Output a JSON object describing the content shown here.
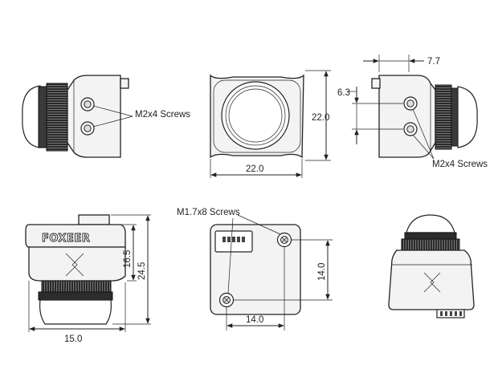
{
  "labels": {
    "screws_m2x4_left": "M2x4 Screws",
    "screws_m2x4_right": "M2x4 Screws",
    "screws_m17x8": "M1.7x8 Screws",
    "brand": "FOXEER"
  },
  "dimensions": {
    "front_width": "22.0",
    "front_height": "22.0",
    "top_right_offset": "7.7",
    "right_screw_spacing": "6.3",
    "front_bottom_height_inner": "16.5",
    "front_bottom_height_total": "24.5",
    "front_bottom_width": "15.0",
    "back_height": "14.0",
    "back_width": "14.0"
  }
}
